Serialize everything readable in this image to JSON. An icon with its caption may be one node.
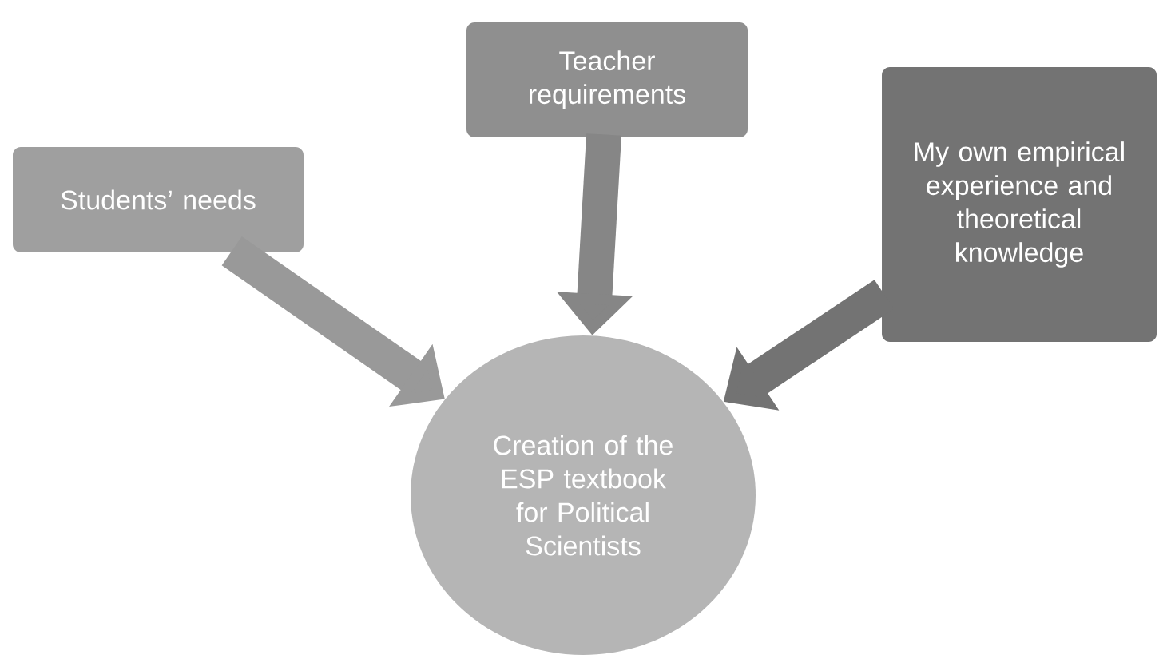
{
  "diagram": {
    "nodes": [
      {
        "text": [
          "Students’ needs"
        ]
      },
      {
        "text": [
          "Teacher requirements"
        ]
      },
      {
        "text": [
          "My own empirical experience and theoretical knowledge"
        ]
      },
      {
        "text": [
          "Creation of the ESP textbook for Political Scientists"
        ]
      }
    ],
    "edges": [
      {
        "from": 0,
        "to": 3,
        "arrow": "to"
      },
      {
        "from": 1,
        "to": 3,
        "arrow": "to"
      },
      {
        "from": 2,
        "to": 3,
        "arrow": "to"
      }
    ]
  }
}
